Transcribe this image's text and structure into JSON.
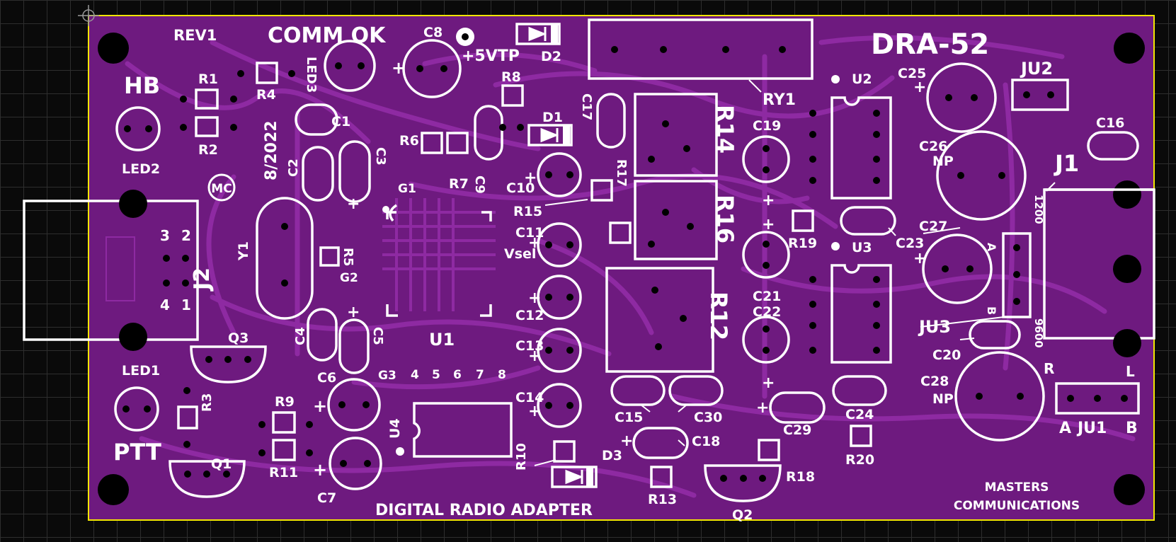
{
  "board": {
    "title": "DRA-52",
    "revision": "REV1",
    "date": "8/2022",
    "subtitle": "DIGITAL RADIO ADAPTER",
    "maker_line1": "MASTERS",
    "maker_line2": "COMMUNICATIONS",
    "logo": "MC",
    "colors": {
      "board": "#6e1a7f",
      "trace": "#8e2aa2",
      "silk": "#ffffff",
      "outline": "#f2e600",
      "background": "#0a0a0a"
    }
  },
  "labels": {
    "hb": "HB",
    "comm_ok": "COMM OK",
    "ptt": "PTT",
    "vtp": "+5VTP",
    "vsel": "Vsel",
    "led1": "LED1",
    "led2": "LED2",
    "led3": "LED3",
    "r1": "R1",
    "r2": "R2",
    "r3": "R3",
    "r4": "R4",
    "r5": "R5",
    "r6": "R6",
    "r7": "R7",
    "r8": "R8",
    "r9": "R9",
    "r10": "R10",
    "r11": "R11",
    "r12": "R12",
    "r13": "R13",
    "r14": "R14",
    "r15": "R15",
    "r16": "R16",
    "r17": "R17",
    "r18": "R18",
    "r19": "R19",
    "r20": "R20",
    "c1": "C1",
    "c2": "C2",
    "c3": "C3",
    "c4": "C4",
    "c5": "C5",
    "c6": "C6",
    "c7": "C7",
    "c8": "C8",
    "c9": "C9",
    "c10": "C10",
    "c11": "C11",
    "c12": "C12",
    "c13": "C13",
    "c14": "C14",
    "c15": "C15",
    "c16": "C16",
    "c17": "C17",
    "c18": "C18",
    "c19": "C19",
    "c20": "C20",
    "c21": "C21",
    "c22": "C22",
    "c23": "C23",
    "c24": "C24",
    "c25": "C25",
    "c26": "C26",
    "c27": "C27",
    "c28": "C28",
    "c29": "C29",
    "c30": "C30",
    "np1": "NP",
    "np2": "NP",
    "d1": "D1",
    "d2": "D2",
    "d3": "D3",
    "q1": "Q1",
    "q2": "Q2",
    "q3": "Q3",
    "u1": "U1",
    "u2": "U2",
    "u3": "U3",
    "u4": "U4",
    "y1": "Y1",
    "j1": "J1",
    "j2": "J2",
    "g1": "G1",
    "g2": "G2",
    "g3": "G3",
    "ju1": "JU1",
    "ju1_a": "A",
    "ju1_b": "B",
    "ju2": "JU2",
    "ju3": "JU3",
    "ju3_a": "A",
    "ju3_b": "B",
    "r_side": "R",
    "l_side": "L",
    "baud_high": "9600",
    "baud_low": "1200",
    "ry1": "RY1",
    "pin_3": "3",
    "pin_2": "2",
    "pin_4": "4",
    "pin_1": "1",
    "g3_pins": [
      "4",
      "5",
      "6",
      "7",
      "8"
    ],
    "plus": "+"
  }
}
